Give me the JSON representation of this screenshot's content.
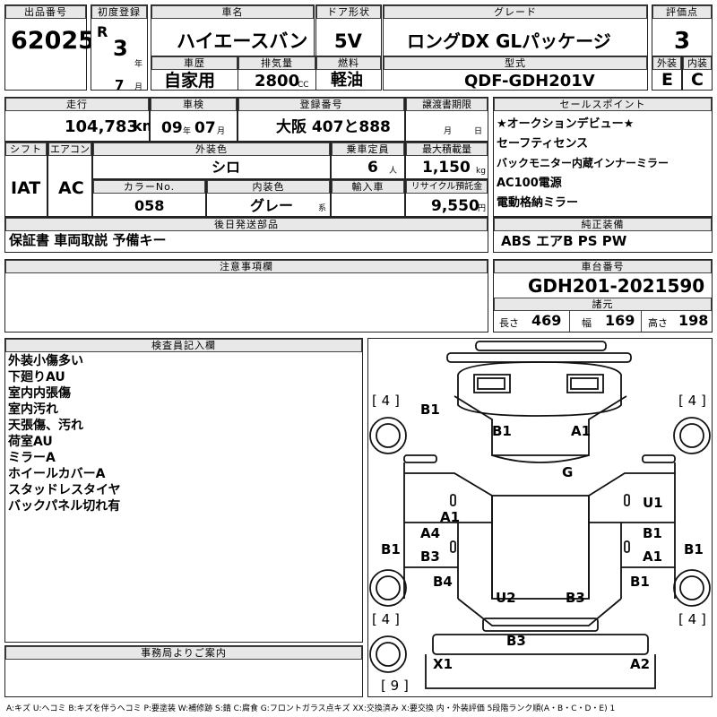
{
  "header_labels": {
    "lot": "出品番号",
    "first_reg": "初度登録",
    "name": "車名",
    "door": "ドア形状",
    "grade": "グレード",
    "score": "評価点",
    "history": "車歴",
    "displacement": "排気量",
    "fuel": "燃料",
    "model": "型式",
    "ext": "外装",
    "int": "内装"
  },
  "lot": "62025",
  "era": "R",
  "year": "3",
  "year_unit": "年",
  "month": "7",
  "month_unit": "月",
  "car_name": "ハイエースバン",
  "door": "5V",
  "grade": "ロングDX GLパッケージ",
  "score": "3",
  "history": "自家用",
  "displacement": "2800",
  "displacement_unit": "CC",
  "fuel": "軽油",
  "model": "QDF-GDH201V",
  "ext_grade": "E",
  "int_grade": "C",
  "row2_labels": {
    "mileage": "走行",
    "inspection": "車検",
    "reg_no": "登録番号",
    "transfer": "譲渡書期限"
  },
  "mileage": "104,783",
  "mileage_unit": "km",
  "insp_year": "09",
  "insp_year_unit": "年",
  "insp_month": "07",
  "insp_month_unit": "月",
  "reg_no": "大阪 407と888",
  "transfer_month": "月",
  "transfer_day": "日",
  "row3_labels": {
    "shift": "シフト",
    "aircon": "エアコン",
    "exterior_color": "外装色",
    "capacity": "乗車定員",
    "max_load": "最大積載量",
    "color_no": "カラーNo.",
    "interior_color": "内装色",
    "import": "輸入車",
    "recycle": "リサイクル預託金"
  },
  "shift": "IAT",
  "aircon": "AC",
  "exterior_color": "シロ",
  "capacity": "6",
  "capacity_unit": "人",
  "max_load": "1,150",
  "max_load_unit": "kg",
  "color_no": "058",
  "interior_color": "グレー",
  "interior_suffix": "系",
  "recycle": "9,550",
  "recycle_unit": "円",
  "sales_label": "セールスポイント",
  "sales_points": [
    "★オークションデビュー★",
    "セーフティセンス",
    "バックモニター内蔵インナーミラー",
    "AC100電源",
    "電動格納ミラー"
  ],
  "later_parts_label": "後日発送部品",
  "later_parts": "保証書 車両取説 予備キー",
  "genuine_label": "純正装備",
  "genuine": "ABS エアB PS PW",
  "notes_label": "注意事項欄",
  "chassis_label": "車台番号",
  "chassis": "GDH201-2021590",
  "spec_label": "諸元",
  "length_label": "長さ",
  "length": "469",
  "width_label": "幅",
  "width": "169",
  "height_label": "高さ",
  "height": "198",
  "inspector_label": "検査員記入欄",
  "inspector_remarks": [
    "外装小傷多い",
    "下廻りAU",
    "室内内張傷",
    "室内汚れ",
    "天張傷、汚れ",
    "荷室AU",
    "ミラーA",
    "ホイールカバーA",
    "スタッドレスタイヤ",
    "バックパネル切れ有"
  ],
  "office_label": "事務局よりご案内",
  "diagram": {
    "tire_fl": "4",
    "tire_fr": "4",
    "tire_rl": "4",
    "tire_rr": "4",
    "spare": "9",
    "marks": {
      "b1_front_left": "B1",
      "b1_hood": "B1",
      "a1_hood": "A1",
      "g_glass": "G",
      "u1_right": "U1",
      "a1_left": "A1",
      "a4_left": "A4",
      "b3_left": "B3",
      "b1_left_body": "B1",
      "b1_right_door": "B1",
      "a1_right": "A1",
      "b1_right_body": "B1",
      "b4_left": "B4",
      "u2_roof": "U2",
      "b3_roof": "B3",
      "b1_rear_right": "B1",
      "b3_rear": "B3",
      "x1_rear": "X1",
      "a2_rear": "A2"
    }
  },
  "legend": "A:キズ U:ヘコミ B:キズを伴うヘコミ P:要塗装 W:補修跡 S:錆 C:腐食 G:フロントガラス点キズ XX:交換済み X:要交換 内・外装評価 5段階ランク順(A・B・C・D・E) 1"
}
